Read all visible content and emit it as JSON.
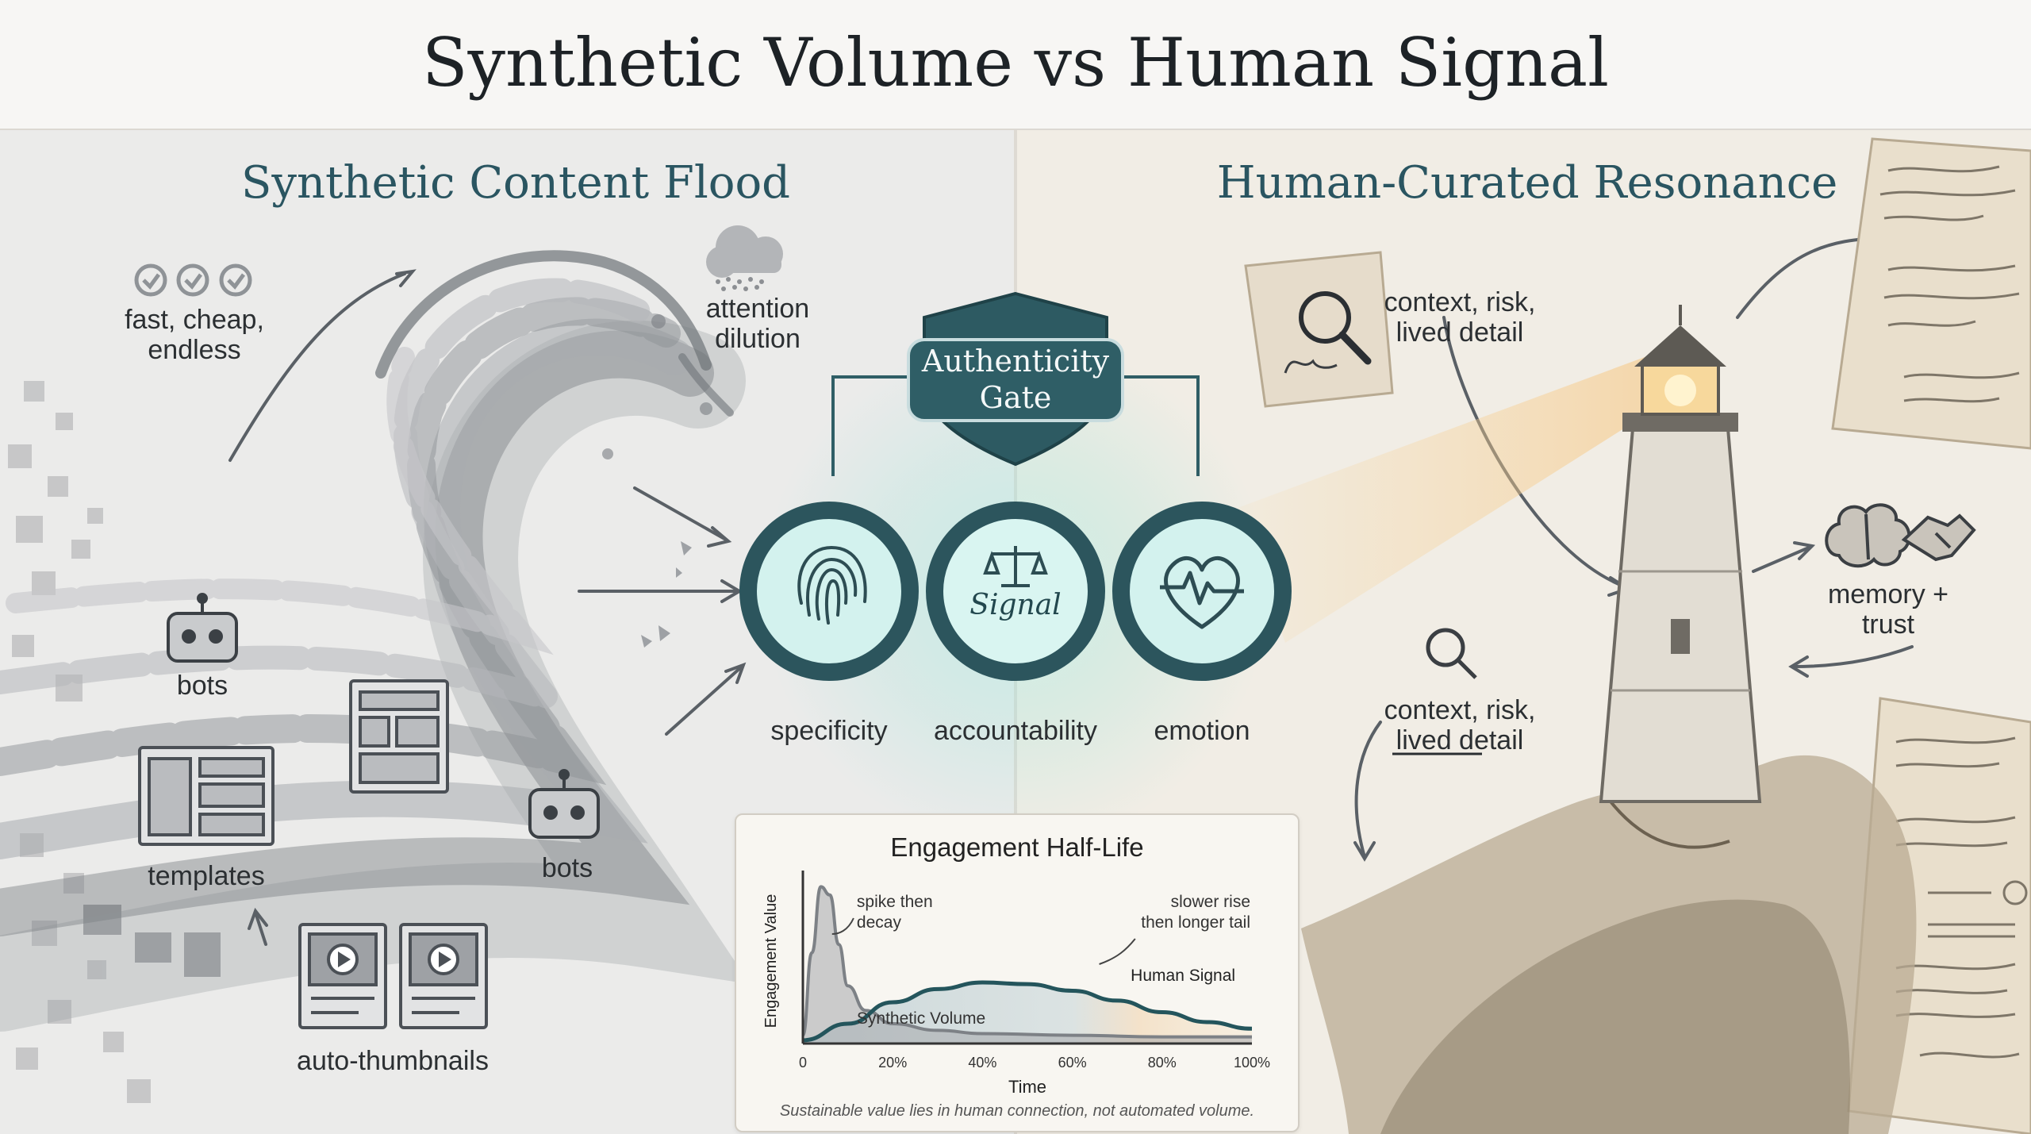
{
  "title": "Synthetic Volume vs Human Signal",
  "left": {
    "heading": "Synthetic Content Flood",
    "fast_cheap": "fast, cheap,\nendless",
    "attention": "attention\ndilution",
    "bots_1": "bots",
    "bots_2": "bots",
    "templates": "templates",
    "thumbnails": "auto-thumbnails"
  },
  "gate": {
    "title": "Authenticity\nGate",
    "signal": "Signal",
    "lenses": [
      "specificity",
      "accountability",
      "emotion"
    ]
  },
  "right": {
    "heading": "Human-Curated Resonance",
    "context_top": "context, risk,\nlived detail",
    "context_mid": "context, risk,\nlived detail",
    "memory": "memory +\ntrust"
  },
  "chart_data": {
    "type": "area",
    "title": "Engagement Half-Life",
    "xlabel": "Time",
    "ylabel": "Engagement Value",
    "x_ticks": [
      "0",
      "20%",
      "40%",
      "60%",
      "80%",
      "100%"
    ],
    "xlim": [
      0,
      100
    ],
    "series": [
      {
        "name": "Synthetic Volume",
        "x": [
          0,
          2,
          4,
          6,
          8,
          10,
          14,
          20,
          30,
          40,
          60,
          80,
          100
        ],
        "values": [
          0.05,
          0.55,
          0.95,
          0.9,
          0.6,
          0.35,
          0.2,
          0.12,
          0.08,
          0.06,
          0.05,
          0.04,
          0.04
        ]
      },
      {
        "name": "Human Signal",
        "x": [
          0,
          10,
          20,
          30,
          40,
          50,
          60,
          70,
          80,
          90,
          100
        ],
        "values": [
          0.02,
          0.12,
          0.25,
          0.33,
          0.37,
          0.36,
          0.32,
          0.26,
          0.19,
          0.13,
          0.09
        ]
      }
    ],
    "annotations": [
      "spike then\ndecay",
      "slower rise\nthen longer tail"
    ],
    "caption": "Sustainable value lies in human connection, not automated volume."
  },
  "colors": {
    "teal": "#2f5e66",
    "gate_glow": "#7fe0d6",
    "beam": "#f3c98a",
    "synthetic_gray": "#8c8f93"
  }
}
